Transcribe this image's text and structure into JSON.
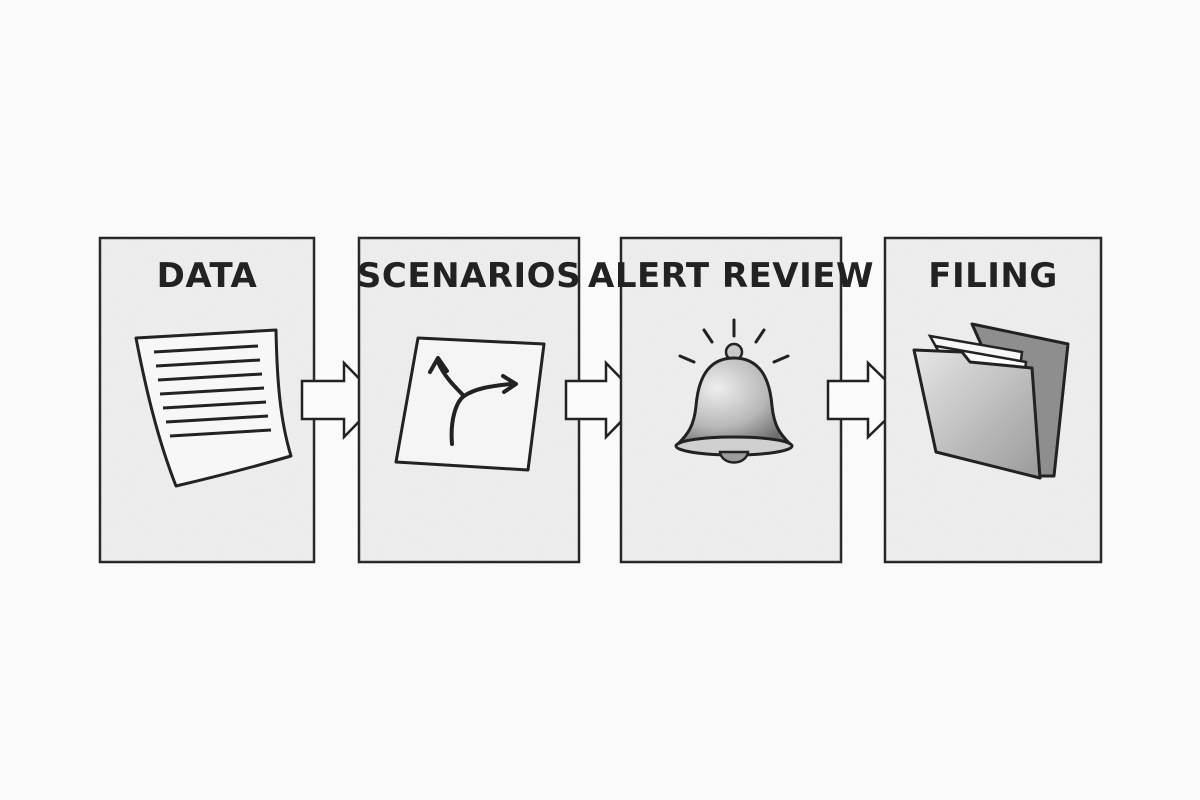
{
  "diagram": {
    "steps": [
      {
        "label": "DATA",
        "icon": "document-icon"
      },
      {
        "label": "SCENARIOS",
        "icon": "branching-arrow-icon"
      },
      {
        "label": "ALERT REVIEW",
        "icon": "bell-icon"
      },
      {
        "label": "FILING",
        "icon": "folder-icon"
      }
    ],
    "colors": {
      "stroke": "#222222",
      "panel_fill": "#f1f1f1",
      "background": "#fafafa"
    }
  }
}
